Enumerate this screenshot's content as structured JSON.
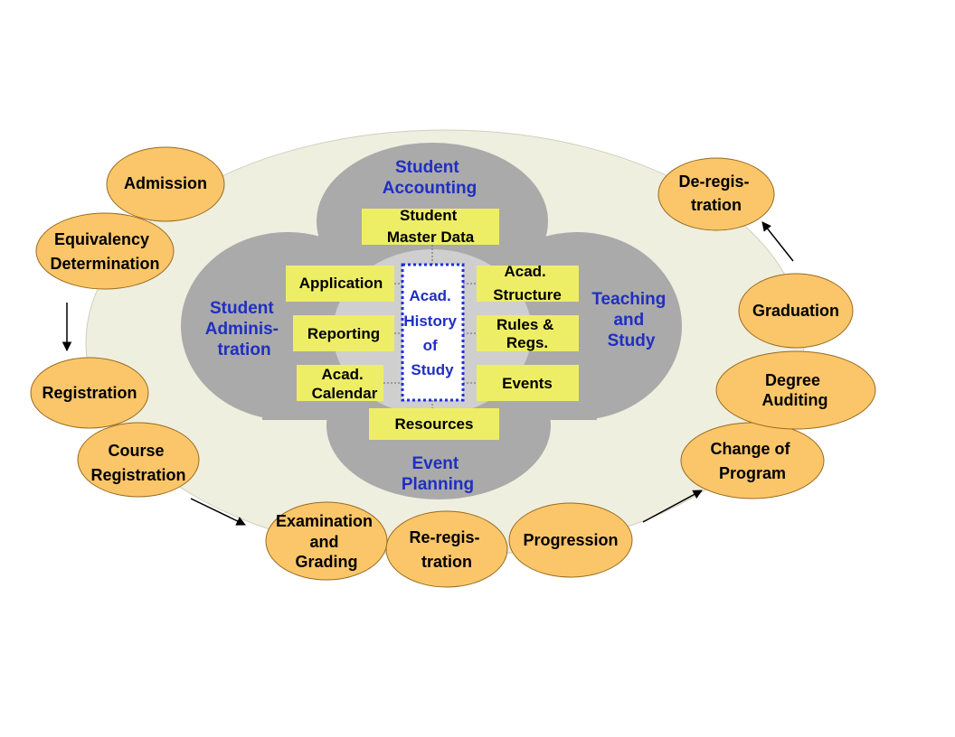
{
  "colors": {
    "outer_ellipse": "#efefdf",
    "cloud": "#aaaaaa",
    "cloud_center": "#cfcfcf",
    "process_fill": "#fbc66a",
    "process_stroke": "#9a6a20",
    "object_fill": "#eeee66",
    "core_border": "#1f2fdf",
    "blue_text": "#1f2fbf"
  },
  "process_steps": {
    "admission": [
      "Admission"
    ],
    "equivalency": [
      "Equivalency",
      "Determination"
    ],
    "registration": [
      "Registration"
    ],
    "course_registration": [
      "Course",
      "Registration"
    ],
    "examination": [
      "Examination",
      "and",
      "Grading"
    ],
    "re_registration": [
      "Re-regis-",
      "tration"
    ],
    "progression": [
      "Progression"
    ],
    "change_of_program": [
      "Change of",
      "Program"
    ],
    "degree_auditing": [
      "Degree",
      "Auditing"
    ],
    "graduation": [
      "Graduation"
    ],
    "de_registration": [
      "De-regis-",
      "tration"
    ]
  },
  "areas": {
    "student_accounting": [
      "Student",
      "Accounting"
    ],
    "student_administration": [
      "Student",
      "Adminis-",
      "tration"
    ],
    "teaching_and_study": [
      "Teaching",
      "and",
      "Study"
    ],
    "event_planning": [
      "Event",
      "Planning"
    ]
  },
  "objects": {
    "student_master_data": [
      "Student",
      "Master Data"
    ],
    "application": [
      "Application"
    ],
    "reporting": [
      "Reporting"
    ],
    "acad_calendar": [
      "Acad.",
      "Calendar"
    ],
    "acad_structure": [
      "Acad.",
      "Structure"
    ],
    "rules_regs": [
      "Rules &",
      "Regs."
    ],
    "events": [
      "Events"
    ],
    "resources": [
      "Resources"
    ]
  },
  "core": [
    "Acad.",
    "History",
    "of",
    "Study"
  ]
}
